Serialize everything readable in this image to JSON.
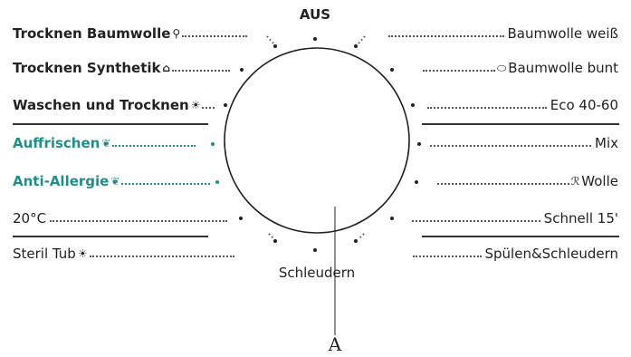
{
  "top_label": "AUS",
  "bottom_label": "Schleudern",
  "marker_label": "A",
  "left_programs": [
    {
      "label": "Trocknen Baumwolle",
      "icon": "hanger-icon",
      "glyph": "⚲",
      "style": "bold"
    },
    {
      "label": "Trocknen Synthetik",
      "icon": "drum-icon",
      "glyph": "⌂",
      "style": "bold"
    },
    {
      "label": "Waschen und Trocknen",
      "icon": "sun-drop-icon",
      "glyph": "☀",
      "style": "bold"
    },
    {
      "label": "Auffrischen",
      "icon": "steam-hand-icon",
      "glyph": "❦",
      "style": "teal"
    },
    {
      "label": "Anti-Allergie",
      "icon": "steam-hand-icon",
      "glyph": "❦",
      "style": "teal"
    },
    {
      "label": "20°C",
      "icon": "",
      "glyph": "",
      "style": "normal"
    },
    {
      "label": "Steril Tub",
      "icon": "sun-drop-icon",
      "glyph": "☀",
      "style": "normal"
    }
  ],
  "right_programs": [
    {
      "label": "Baumwolle weiß",
      "icon": "",
      "glyph": ""
    },
    {
      "label": "Baumwolle bunt",
      "icon": "tag-icon",
      "glyph": "⬭"
    },
    {
      "label": "Eco 40-60",
      "icon": "",
      "glyph": ""
    },
    {
      "label": "Mix",
      "icon": "",
      "glyph": ""
    },
    {
      "label": "Wolle",
      "icon": "wool-icon",
      "glyph": "ℛ"
    },
    {
      "label": "Schnell 15'",
      "icon": "",
      "glyph": ""
    },
    {
      "label": "Spülen&Schleudern",
      "icon": "",
      "glyph": ""
    }
  ],
  "colors": {
    "text": "#222222",
    "accent": "#1f8f8a",
    "line": "#333333"
  }
}
